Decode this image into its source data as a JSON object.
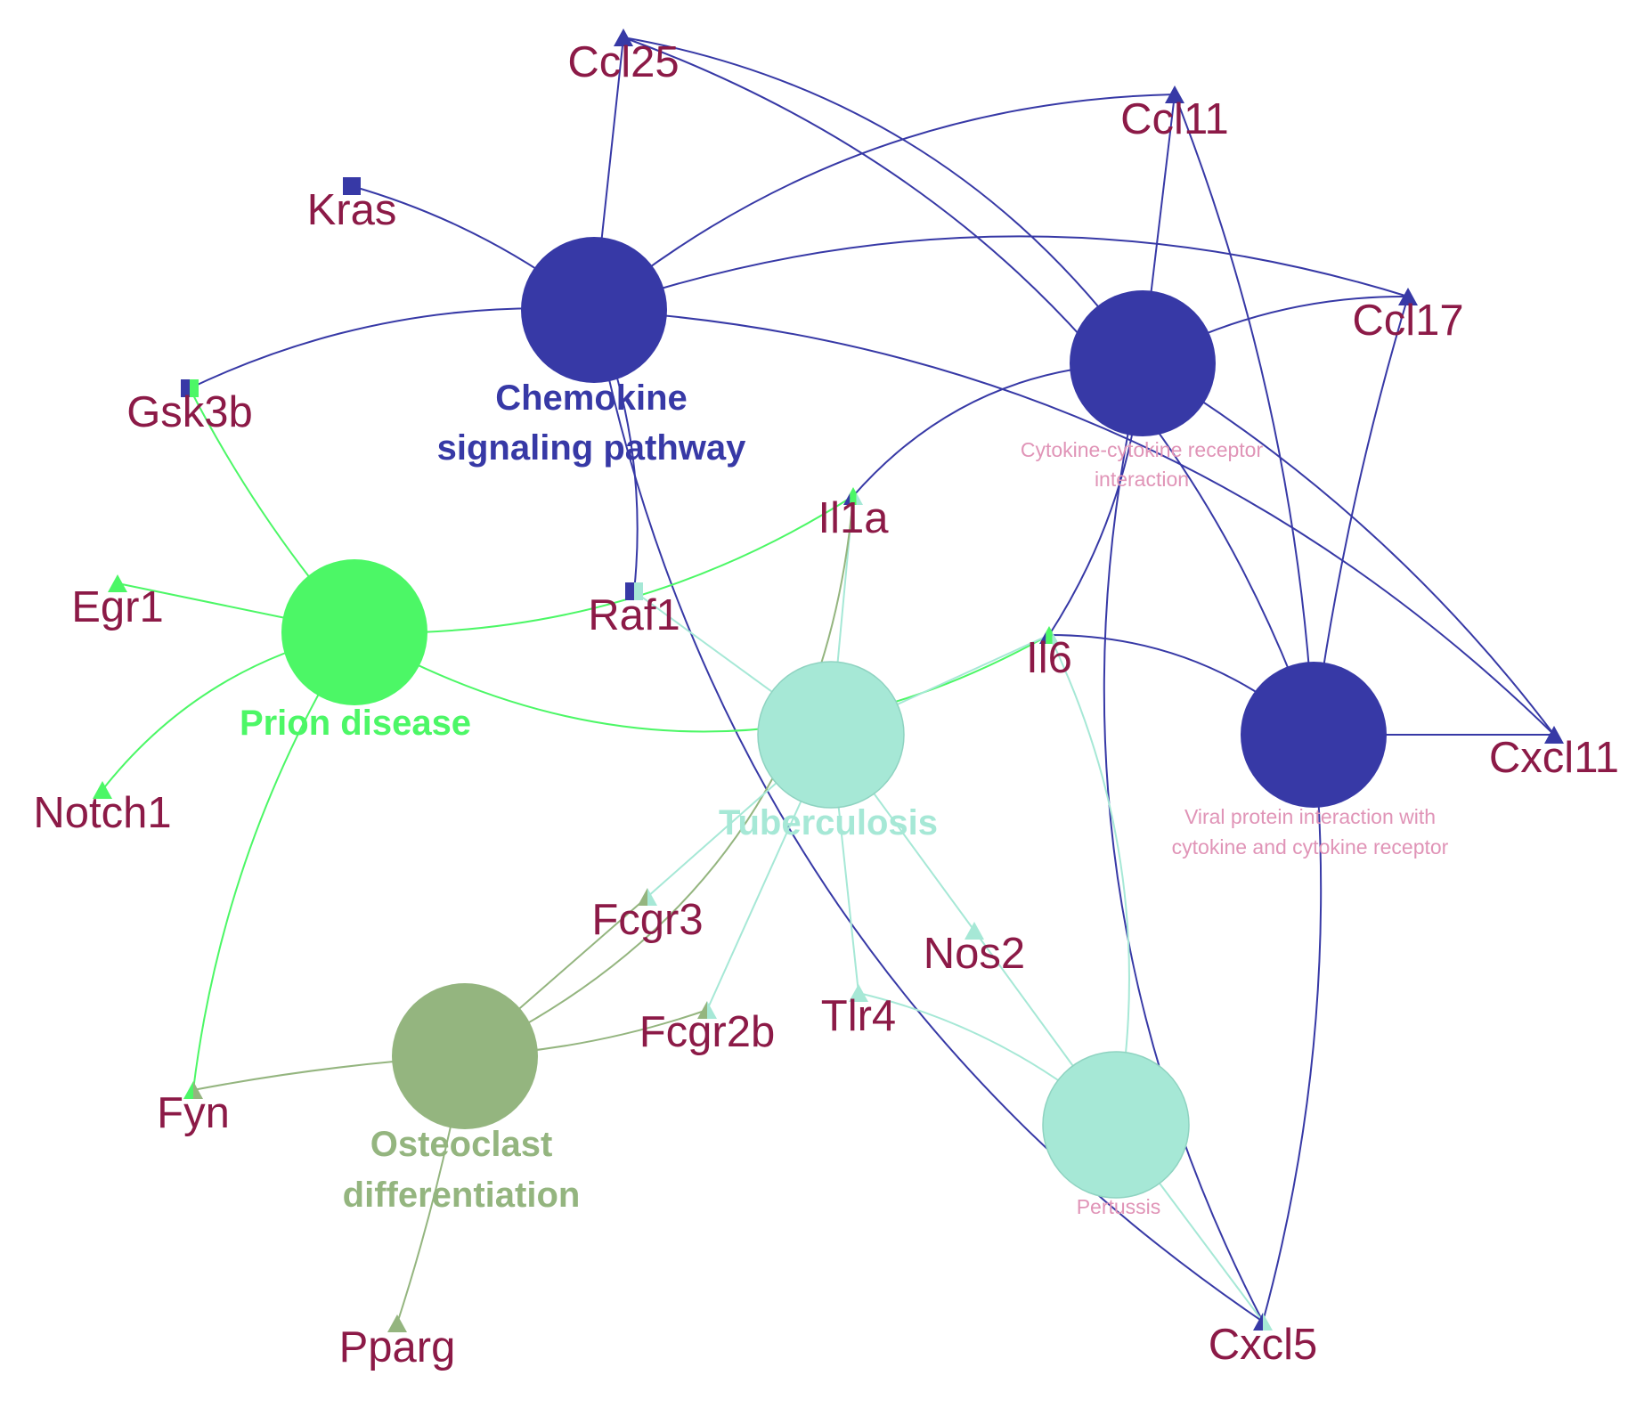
{
  "palette": {
    "chemokine": "#3739a6",
    "prion": "#4cf766",
    "tuberculosis": "#a6e8d6",
    "osteoclast": "#94b57f",
    "gene_label": "#8c1a47",
    "minor_label": "#e094b7"
  },
  "terms": [
    {
      "id": "chemokine",
      "lines": [
        "Chemokine",
        "signaling pathway"
      ],
      "color_key": "chemokine",
      "style": "major",
      "label_color_key": "chemokine"
    },
    {
      "id": "cytokine",
      "lines": [
        "Cytokine-cytokine receptor",
        "interaction"
      ],
      "color_key": "chemokine",
      "style": "minor",
      "label_color_key": "minor_label"
    },
    {
      "id": "viral",
      "lines": [
        "Viral protein interaction with",
        "cytokine and cytokine receptor"
      ],
      "color_key": "chemokine",
      "style": "minor",
      "label_color_key": "minor_label"
    },
    {
      "id": "prion",
      "lines": [
        "Prion disease"
      ],
      "color_key": "prion",
      "style": "major",
      "label_color_key": "prion"
    },
    {
      "id": "tuberculosis",
      "lines": [
        "Tuberculosis"
      ],
      "color_key": "tuberculosis",
      "style": "major",
      "label_color_key": "tuberculosis"
    },
    {
      "id": "pertussis",
      "lines": [
        "Pertussis"
      ],
      "color_key": "tuberculosis",
      "style": "minor",
      "label_color_key": "minor_label"
    },
    {
      "id": "osteoclast",
      "lines": [
        "Osteoclast",
        "differentiation"
      ],
      "color_key": "osteoclast",
      "style": "major",
      "label_color_key": "osteoclast"
    }
  ],
  "genes": [
    {
      "id": "Ccl25",
      "label": "Ccl25",
      "shape": "triangle",
      "colors": [
        "chemokine"
      ]
    },
    {
      "id": "Ccl11",
      "label": "Ccl11",
      "shape": "triangle",
      "colors": [
        "chemokine"
      ]
    },
    {
      "id": "Kras",
      "label": "Kras",
      "shape": "square",
      "colors": [
        "chemokine"
      ]
    },
    {
      "id": "Ccl17",
      "label": "Ccl17",
      "shape": "triangle",
      "colors": [
        "chemokine"
      ]
    },
    {
      "id": "Gsk3b",
      "label": "Gsk3b",
      "shape": "square",
      "colors": [
        "chemokine",
        "prion"
      ]
    },
    {
      "id": "Il1a",
      "label": "Il1a",
      "shape": "triangle",
      "colors": [
        "chemokine",
        "prion",
        "tuberculosis"
      ]
    },
    {
      "id": "Egr1",
      "label": "Egr1",
      "shape": "triangle",
      "colors": [
        "prion"
      ]
    },
    {
      "id": "Raf1",
      "label": "Raf1",
      "shape": "square",
      "colors": [
        "chemokine",
        "tuberculosis"
      ]
    },
    {
      "id": "Il6",
      "label": "Il6",
      "shape": "triangle",
      "colors": [
        "chemokine",
        "prion",
        "tuberculosis"
      ]
    },
    {
      "id": "Cxcl11",
      "label": "Cxcl11",
      "shape": "triangle",
      "colors": [
        "chemokine"
      ]
    },
    {
      "id": "Notch1",
      "label": "Notch1",
      "shape": "triangle",
      "colors": [
        "prion"
      ]
    },
    {
      "id": "Fcgr3",
      "label": "Fcgr3",
      "shape": "triangle",
      "colors": [
        "osteoclast",
        "tuberculosis"
      ]
    },
    {
      "id": "Nos2",
      "label": "Nos2",
      "shape": "triangle",
      "colors": [
        "tuberculosis"
      ]
    },
    {
      "id": "Fcgr2b",
      "label": "Fcgr2b",
      "shape": "triangle",
      "colors": [
        "osteoclast",
        "tuberculosis"
      ]
    },
    {
      "id": "Tlr4",
      "label": "Tlr4",
      "shape": "triangle",
      "colors": [
        "tuberculosis"
      ]
    },
    {
      "id": "Fyn",
      "label": "Fyn",
      "shape": "triangle",
      "colors": [
        "prion",
        "osteoclast"
      ]
    },
    {
      "id": "Pparg",
      "label": "Pparg",
      "shape": "triangle",
      "colors": [
        "osteoclast"
      ]
    },
    {
      "id": "Cxcl5",
      "label": "Cxcl5",
      "shape": "triangle",
      "colors": [
        "chemokine",
        "tuberculosis"
      ]
    }
  ],
  "edges": [
    {
      "gene": "Ccl25",
      "term": "chemokine"
    },
    {
      "gene": "Ccl25",
      "term": "cytokine"
    },
    {
      "gene": "Ccl25",
      "term": "viral"
    },
    {
      "gene": "Ccl11",
      "term": "chemokine"
    },
    {
      "gene": "Ccl11",
      "term": "cytokine"
    },
    {
      "gene": "Ccl11",
      "term": "viral"
    },
    {
      "gene": "Ccl17",
      "term": "chemokine"
    },
    {
      "gene": "Ccl17",
      "term": "cytokine"
    },
    {
      "gene": "Ccl17",
      "term": "viral"
    },
    {
      "gene": "Cxcl11",
      "term": "chemokine"
    },
    {
      "gene": "Cxcl11",
      "term": "cytokine"
    },
    {
      "gene": "Cxcl11",
      "term": "viral"
    },
    {
      "gene": "Cxcl5",
      "term": "chemokine"
    },
    {
      "gene": "Cxcl5",
      "term": "cytokine"
    },
    {
      "gene": "Cxcl5",
      "term": "viral"
    },
    {
      "gene": "Cxcl5",
      "term": "pertussis"
    },
    {
      "gene": "Kras",
      "term": "chemokine"
    },
    {
      "gene": "Gsk3b",
      "term": "chemokine"
    },
    {
      "gene": "Gsk3b",
      "term": "prion"
    },
    {
      "gene": "Raf1",
      "term": "chemokine"
    },
    {
      "gene": "Raf1",
      "term": "tuberculosis"
    },
    {
      "gene": "Il1a",
      "term": "cytokine"
    },
    {
      "gene": "Il1a",
      "term": "prion"
    },
    {
      "gene": "Il1a",
      "term": "tuberculosis"
    },
    {
      "gene": "Il1a",
      "term": "osteoclast"
    },
    {
      "gene": "Il6",
      "term": "cytokine"
    },
    {
      "gene": "Il6",
      "term": "viral"
    },
    {
      "gene": "Il6",
      "term": "prion"
    },
    {
      "gene": "Il6",
      "term": "tuberculosis"
    },
    {
      "gene": "Il6",
      "term": "pertussis"
    },
    {
      "gene": "Egr1",
      "term": "prion"
    },
    {
      "gene": "Notch1",
      "term": "prion"
    },
    {
      "gene": "Fyn",
      "term": "prion"
    },
    {
      "gene": "Fyn",
      "term": "osteoclast"
    },
    {
      "gene": "Fcgr3",
      "term": "tuberculosis"
    },
    {
      "gene": "Fcgr3",
      "term": "osteoclast"
    },
    {
      "gene": "Fcgr2b",
      "term": "tuberculosis"
    },
    {
      "gene": "Fcgr2b",
      "term": "osteoclast"
    },
    {
      "gene": "Nos2",
      "term": "tuberculosis"
    },
    {
      "gene": "Nos2",
      "term": "pertussis"
    },
    {
      "gene": "Tlr4",
      "term": "tuberculosis"
    },
    {
      "gene": "Tlr4",
      "term": "pertussis"
    },
    {
      "gene": "Pparg",
      "term": "osteoclast"
    }
  ]
}
